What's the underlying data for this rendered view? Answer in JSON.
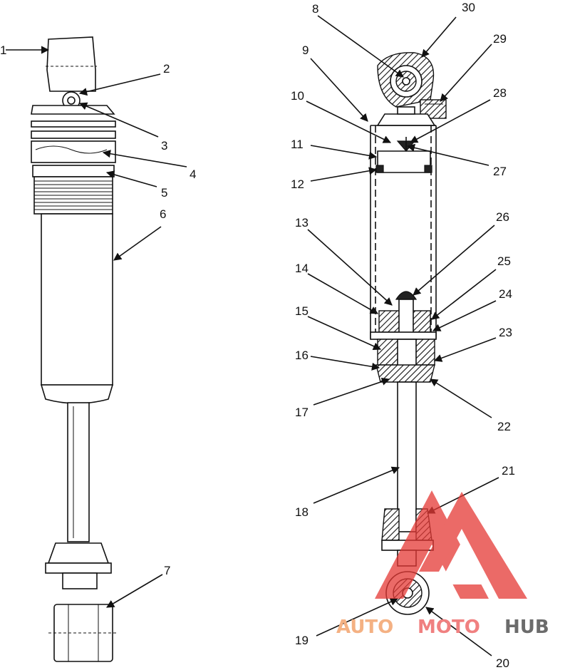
{
  "callouts": [
    {
      "id": "1",
      "text": "1"
    },
    {
      "id": "2",
      "text": "2"
    },
    {
      "id": "3",
      "text": "3"
    },
    {
      "id": "4",
      "text": "4"
    },
    {
      "id": "5",
      "text": "5"
    },
    {
      "id": "6",
      "text": "6"
    },
    {
      "id": "7",
      "text": "7"
    },
    {
      "id": "8",
      "text": "8"
    },
    {
      "id": "9",
      "text": "9"
    },
    {
      "id": "10",
      "text": "10"
    },
    {
      "id": "11",
      "text": "11"
    },
    {
      "id": "12",
      "text": "12"
    },
    {
      "id": "13",
      "text": "13"
    },
    {
      "id": "14",
      "text": "14"
    },
    {
      "id": "15",
      "text": "15"
    },
    {
      "id": "16",
      "text": "16"
    },
    {
      "id": "17",
      "text": "17"
    },
    {
      "id": "18",
      "text": "18"
    },
    {
      "id": "19",
      "text": "19"
    },
    {
      "id": "20",
      "text": "20"
    },
    {
      "id": "21",
      "text": "21"
    },
    {
      "id": "22",
      "text": "22"
    },
    {
      "id": "23",
      "text": "23"
    },
    {
      "id": "24",
      "text": "24"
    },
    {
      "id": "25",
      "text": "25"
    },
    {
      "id": "26",
      "text": "26"
    },
    {
      "id": "27",
      "text": "27"
    },
    {
      "id": "28",
      "text": "28"
    },
    {
      "id": "29",
      "text": "29"
    },
    {
      "id": "30",
      "text": "30"
    }
  ],
  "watermark": {
    "part1": "AUTO",
    "part2": "MOTO",
    "part3": "HUB",
    "color_orange": "#f4b183",
    "color_red": "#e53935",
    "color_gray": "#6b6b6b"
  }
}
